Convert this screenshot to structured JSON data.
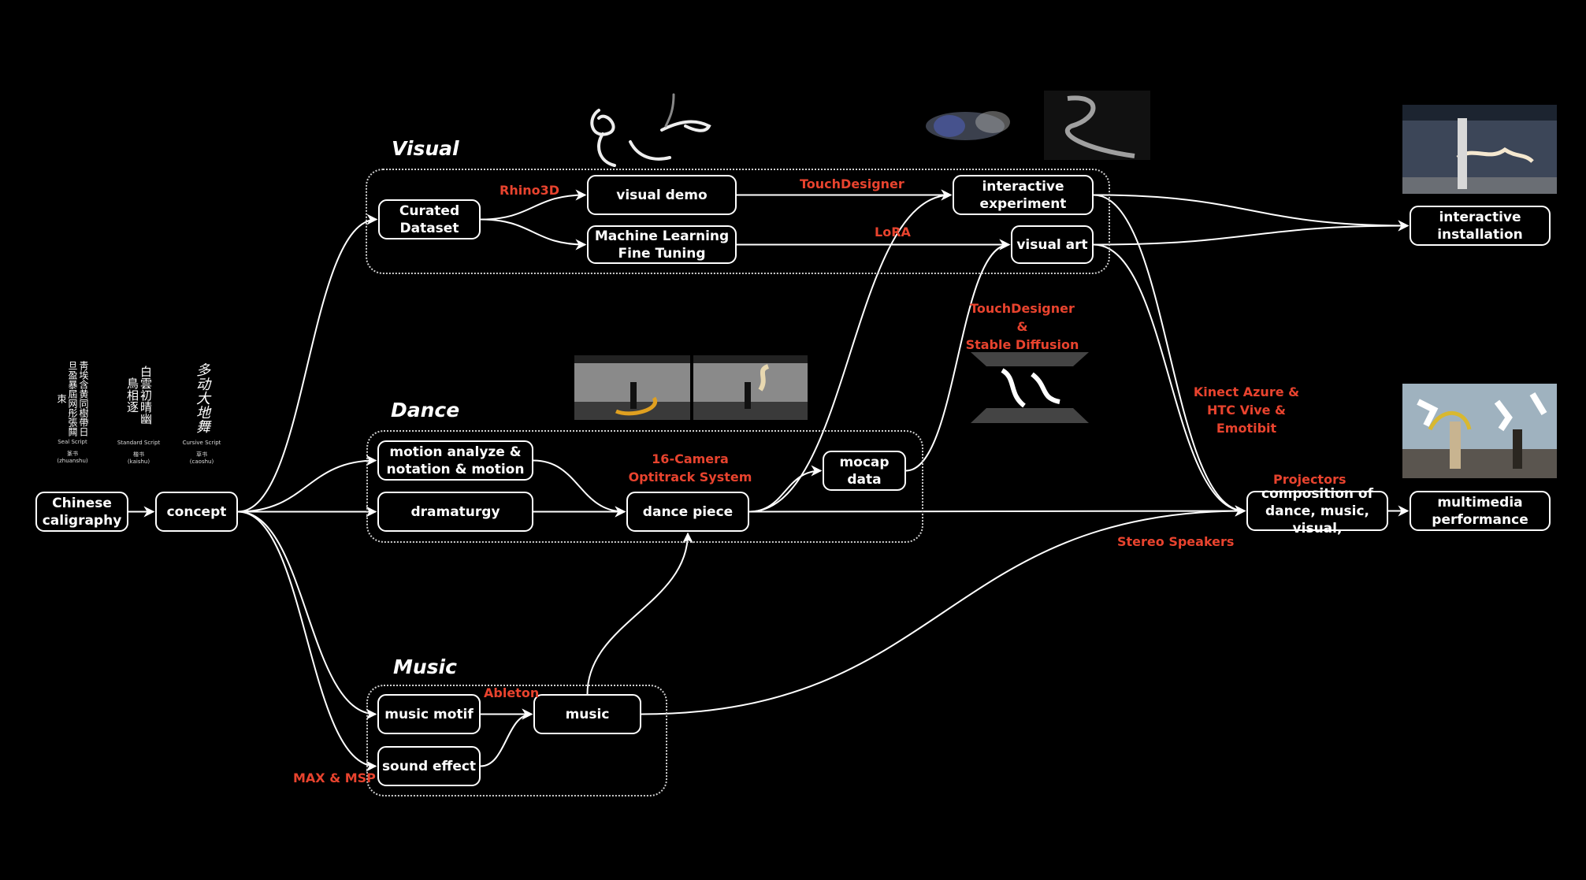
{
  "groups": {
    "visual": "Visual",
    "dance": "Dance",
    "music": "Music"
  },
  "nodes": {
    "chinese_calligraphy": "Chinese\ncaligraphy",
    "concept": "concept",
    "curated_dataset": "Curated\nDataset",
    "visual_demo": "visual demo",
    "ml_fine_tuning": "Machine Learning\nFine Tuning",
    "interactive_experiment": "interactive\nexperiment",
    "visual_art": "visual art",
    "interactive_installation": "interactive\ninstallation",
    "motion_analyze": "motion analyze &\nnotation & motion",
    "dramaturgy": "dramaturgy",
    "dance_piece": "dance piece",
    "mocap_data": "mocap data",
    "composition": "composition of\ndance, music, visual,",
    "multimedia_performance": "multimedia\nperformance",
    "music_motif": "music motif",
    "sound_effect": "sound effect",
    "music": "music"
  },
  "tools": {
    "rhino3d": "Rhino3D",
    "touchdesigner": "TouchDesigner",
    "lora": "LoRA",
    "td_stable_diffusion": "TouchDesigner &\nStable Diffusion",
    "optitrack": "16-Camera\nOptitrack System",
    "kinect": "Kinect Azure &\nHTC Vive &\nEmotibit",
    "projectors": "Projectors",
    "stereo_speakers": "Stereo Speakers",
    "ableton": "Ableton",
    "max_msp": "MAX & MSP"
  },
  "calligraphy_samples": [
    {
      "glyphs": "靑埃含黄同樹帶日旦盈暴屆网彤張闗朿",
      "script": "Seal Script",
      "chinese": "篆书",
      "pinyin": "(zhuanshu)"
    },
    {
      "glyphs": "白雲初晴幽鳥相逐",
      "script": "Standard Script",
      "chinese": "楷书",
      "pinyin": "(kaishu)"
    },
    {
      "glyphs": "多动大地舞",
      "script": "Cursive Script",
      "chinese": "草书",
      "pinyin": "(caoshu)"
    }
  ],
  "colors": {
    "background": "#000000",
    "line": "#ffffff",
    "tool_label": "#e8432e"
  }
}
